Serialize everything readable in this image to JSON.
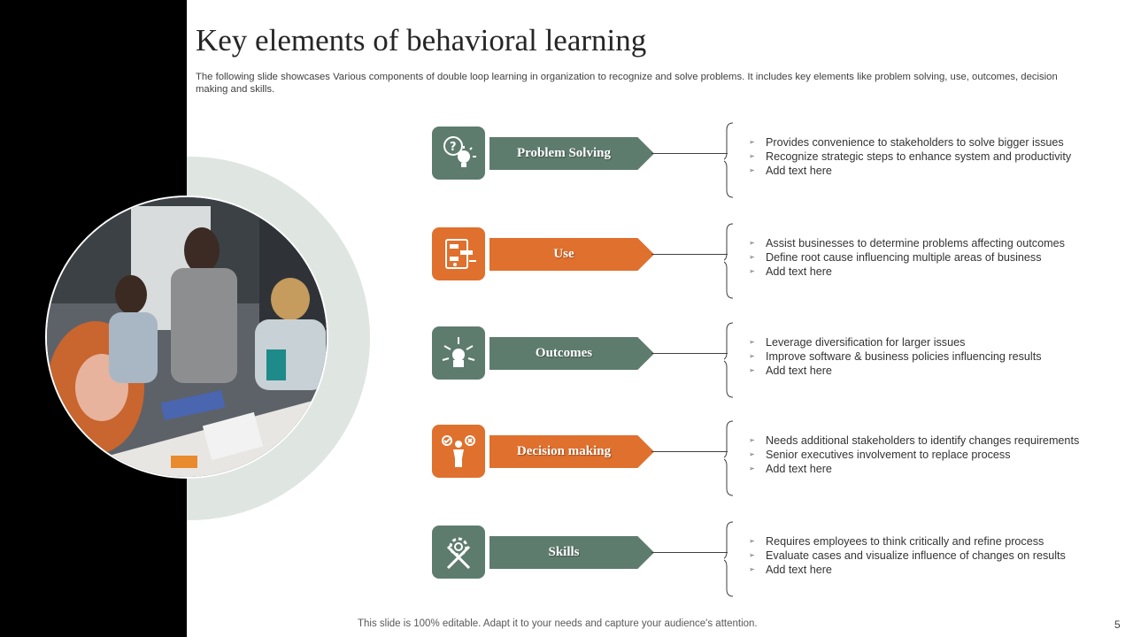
{
  "title": "Key elements of behavioral learning",
  "subtitle": "The following slide showcases Various components of double loop learning in organization to recognize and solve problems. It includes key elements like problem solving, use, outcomes, decision making and skills.",
  "colors": {
    "green": "#5e7c6d",
    "orange": "#e0702d",
    "ring": "#dfe5e1",
    "band": "#000000"
  },
  "elements": [
    {
      "label": "Problem Solving",
      "color": "green",
      "icon": "lightbulb-question-icon",
      "points": [
        "Provides convenience to stakeholders to solve bigger issues",
        "Recognize strategic steps to enhance system and productivity",
        "Add text here"
      ]
    },
    {
      "label": "Use",
      "color": "orange",
      "icon": "tablet-touch-icon",
      "points": [
        "Assist businesses to determine problems affecting outcomes",
        "Define root cause influencing multiple areas of business",
        "Add text here"
      ]
    },
    {
      "label": "Outcomes",
      "color": "green",
      "icon": "idea-network-icon",
      "points": [
        "Leverage diversification for larger issues",
        "Improve software & business policies influencing results",
        "Add text here"
      ]
    },
    {
      "label": "Decision making",
      "color": "orange",
      "icon": "person-decision-icon",
      "points": [
        "Needs additional stakeholders to identify changes requirements",
        "Senior executives involvement to replace process",
        "Add text here"
      ]
    },
    {
      "label": "Skills",
      "color": "green",
      "icon": "gear-tools-icon",
      "points": [
        "Requires employees to think critically and refine process",
        "Evaluate cases and visualize influence of changes on results",
        "Add text here"
      ]
    }
  ],
  "footer": "This slide is 100% editable. Adapt it to your needs and capture your audience's attention.",
  "page_number": "5"
}
